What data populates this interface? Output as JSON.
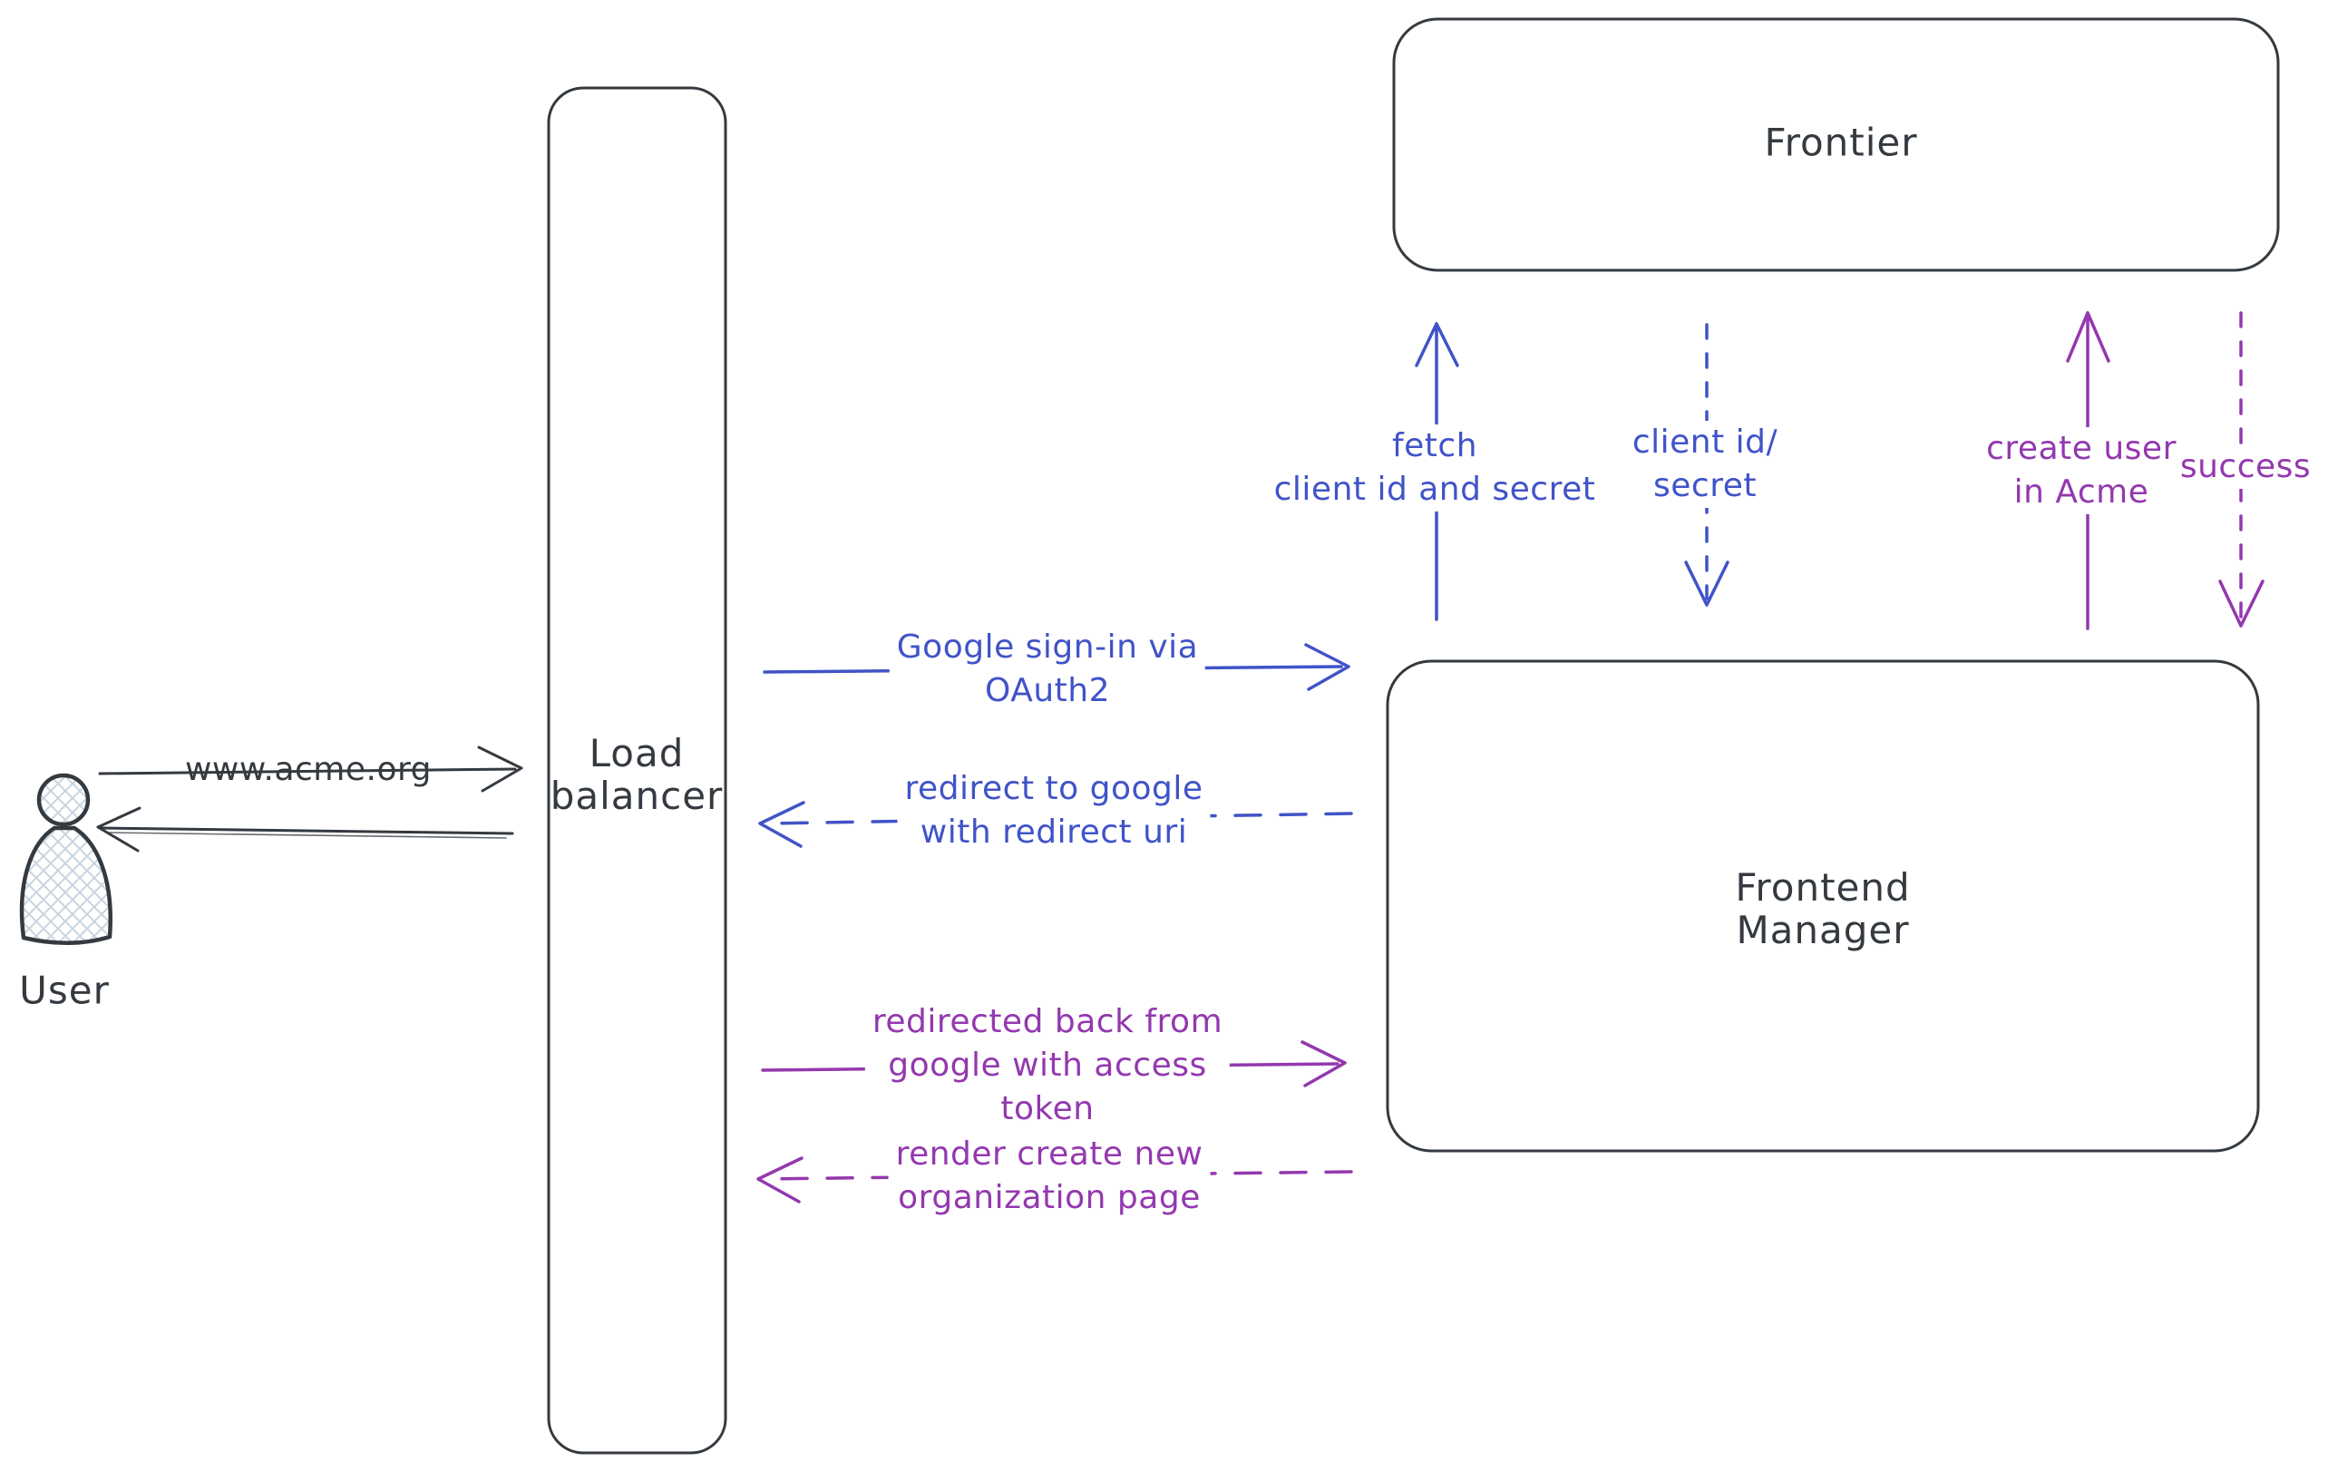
{
  "colors": {
    "ink": "#343a40",
    "blue": "#4053c8",
    "purple": "#9338af",
    "hatch": "#c9d4e0"
  },
  "nodes": {
    "user": {
      "label": "User"
    },
    "load_balancer": {
      "lines": [
        "Load",
        "balancer"
      ]
    },
    "frontier": {
      "label": "Frontier"
    },
    "frontend_manager": {
      "lines": [
        "Frontend",
        "Manager"
      ]
    }
  },
  "arrows": {
    "www_acme": {
      "lines": [
        "www.acme.org"
      ],
      "style": "solid",
      "direction": "right",
      "color": "ink"
    },
    "return_to_user": {
      "lines": [],
      "style": "solid",
      "direction": "left",
      "color": "ink"
    },
    "google_signin": {
      "lines": [
        "Google sign-in via",
        "OAuth2"
      ],
      "style": "solid",
      "direction": "right",
      "color": "blue"
    },
    "redirect_google": {
      "lines": [
        "redirect to google",
        "with redirect uri"
      ],
      "style": "dashed",
      "direction": "left",
      "color": "blue"
    },
    "fetch_secret": {
      "lines": [
        "fetch",
        "client id and secret"
      ],
      "style": "solid",
      "direction": "up",
      "color": "blue"
    },
    "client_id_secret": {
      "lines": [
        "client id/",
        "secret"
      ],
      "style": "dashed",
      "direction": "down",
      "color": "blue"
    },
    "create_user": {
      "lines": [
        "create user",
        "in Acme"
      ],
      "style": "solid",
      "direction": "up",
      "color": "purple"
    },
    "success": {
      "lines": [
        "success"
      ],
      "style": "dashed",
      "direction": "down",
      "color": "purple"
    },
    "redirected_back": {
      "lines": [
        "redirected back from",
        "google with access",
        "token"
      ],
      "style": "solid",
      "direction": "right",
      "color": "purple"
    },
    "render_org_page": {
      "lines": [
        "render create new",
        "organization page"
      ],
      "style": "dashed",
      "direction": "left",
      "color": "purple"
    }
  }
}
